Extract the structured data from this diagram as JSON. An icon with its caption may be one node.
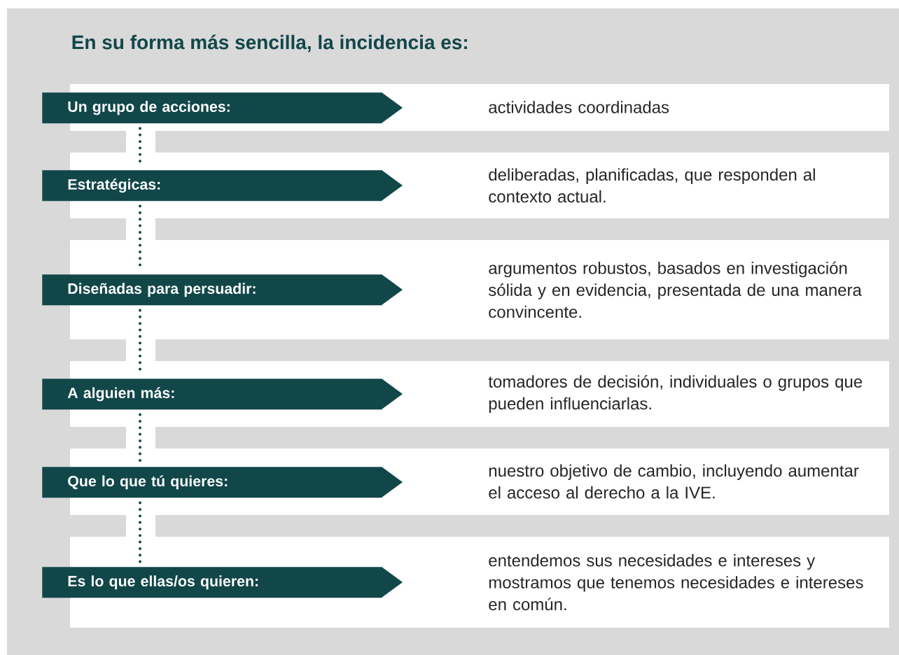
{
  "diagram": {
    "title": "En su forma más sencilla, la incidencia es:",
    "nodes": [
      {
        "text": [
          "Un grupo de acciones:"
        ]
      },
      {
        "text": [
          "actividades coordinadas"
        ]
      },
      {
        "text": [
          "Estratégicas:"
        ]
      },
      {
        "text": [
          "deliberadas, planificadas, que responden al contexto actual."
        ]
      },
      {
        "text": [
          "Diseñadas para persuadir:"
        ]
      },
      {
        "text": [
          "argumentos robustos, basados en investigación sólida y en evidencia, presentada de una manera convincente."
        ]
      },
      {
        "text": [
          "A alguien más:"
        ]
      },
      {
        "text": [
          "tomadores de decisión, individuales o grupos que pueden influenciarlas."
        ]
      },
      {
        "text": [
          "Que lo que tú quieres:"
        ]
      },
      {
        "text": [
          "nuestro objetivo de cambio, incluyendo aumentar el acceso al derecho a la IVE."
        ]
      },
      {
        "text": [
          "Es lo que ellas/os quieren:"
        ]
      },
      {
        "text": [
          "entendemos sus necesidades e intereses y mostramos que tenemos necesidades e intereses en común."
        ]
      }
    ],
    "edges": [
      {
        "from": 0,
        "to": 2,
        "arrow": "none"
      },
      {
        "from": 2,
        "to": 4,
        "arrow": "none"
      },
      {
        "from": 4,
        "to": 6,
        "arrow": "none"
      },
      {
        "from": 6,
        "to": 8,
        "arrow": "none"
      },
      {
        "from": 8,
        "to": 10,
        "arrow": "none"
      }
    ]
  }
}
